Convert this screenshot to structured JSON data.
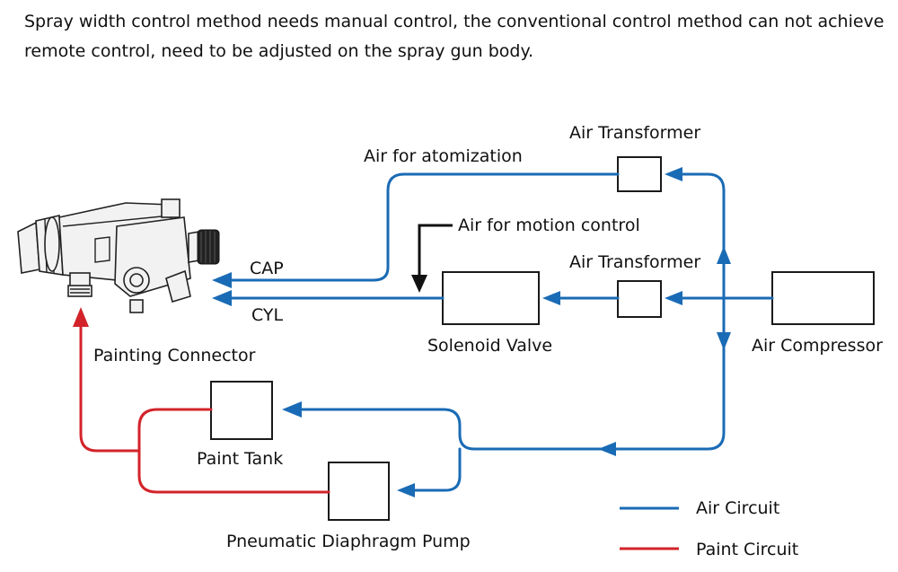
{
  "intro_text": "Spray width control method needs manual control, the conventional control method can not achieve remote control, need to be adjusted on the spray gun body.",
  "labels": {
    "air_transformer_top": "Air Transformer",
    "air_for_atomization": "Air for atomization",
    "air_for_motion_control": "Air for motion control",
    "air_transformer_mid": "Air Transformer",
    "cap": "CAP",
    "cyl": "CYL",
    "solenoid_valve": "Solenoid Valve",
    "air_compressor": "Air Compressor",
    "painting_connector": "Painting Connector",
    "paint_tank": "Paint Tank",
    "pneumatic_diaphragm_pump": "Pneumatic Diaphragm Pump"
  },
  "legend": {
    "air_circuit": "Air Circuit",
    "paint_circuit": "Paint Circuit"
  },
  "colors": {
    "air_circuit": "#1a6bb5",
    "paint_circuit": "#d3232a"
  },
  "icons": {
    "spray_gun": "spray-gun-icon"
  }
}
